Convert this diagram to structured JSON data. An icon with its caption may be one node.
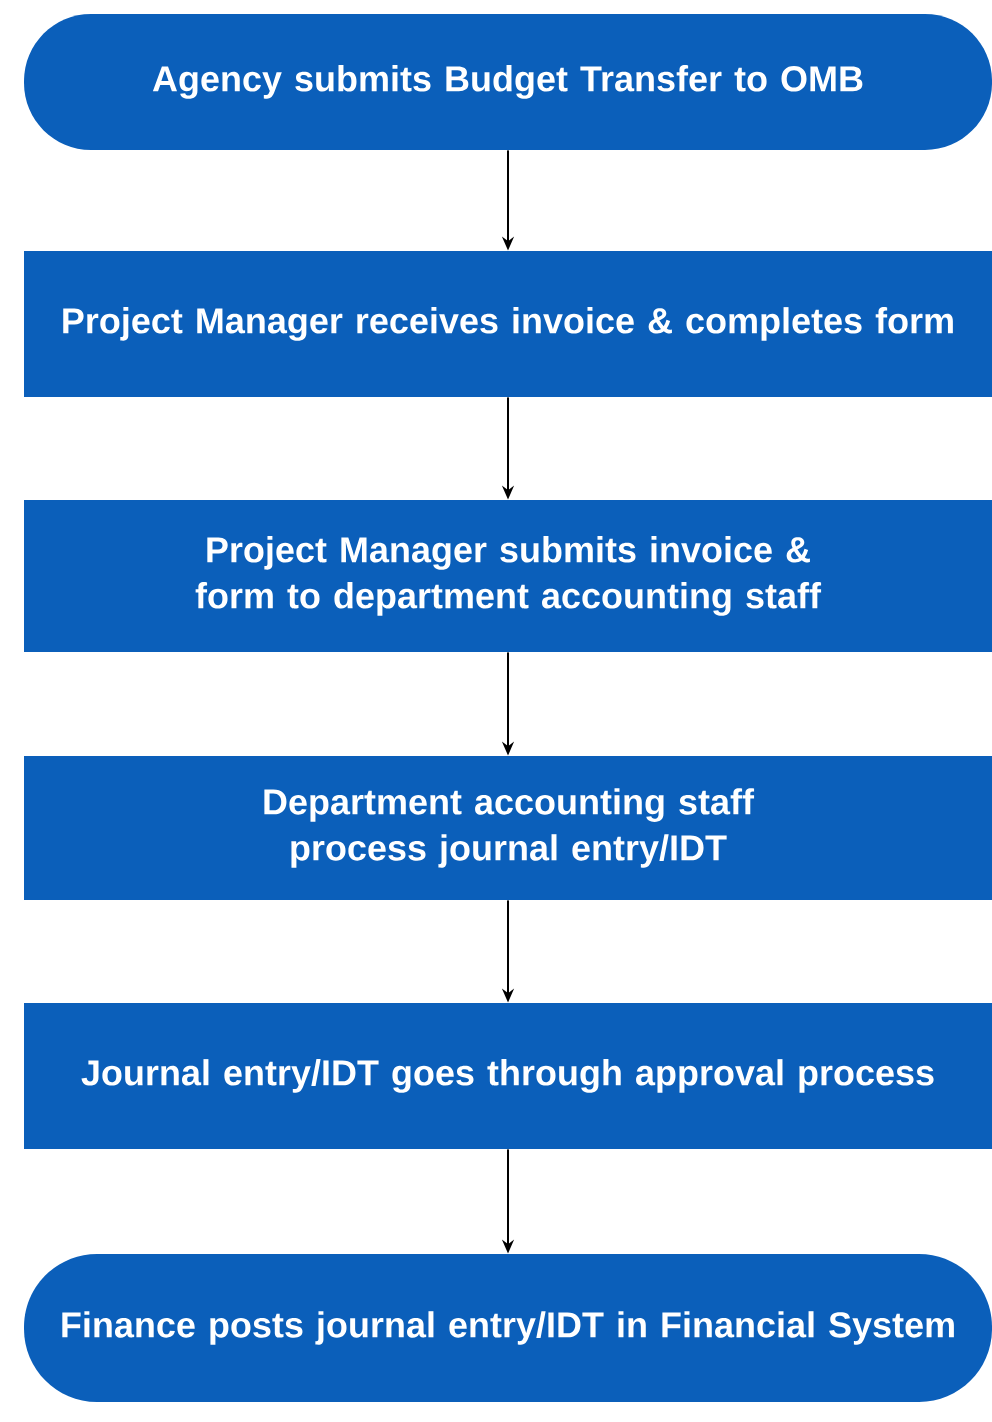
{
  "diagram": {
    "nodes": [
      {
        "text": [
          "Agency submits Budget Transfer to OMB"
        ]
      },
      {
        "text": [
          "Project Manager receives invoice & completes form"
        ]
      },
      {
        "text": [
          "Project Manager submits invoice & form to department accounting staff"
        ]
      },
      {
        "text": [
          "Department accounting staff process journal entry/IDT"
        ]
      },
      {
        "text": [
          "Journal entry/IDT goes through approval process"
        ]
      },
      {
        "text": [
          "Finance posts journal entry/IDT in Financial System"
        ]
      }
    ],
    "edges": [
      {
        "from": 0,
        "to": 1,
        "arrow": "to"
      },
      {
        "from": 1,
        "to": 2,
        "arrow": "to"
      },
      {
        "from": 2,
        "to": 3,
        "arrow": "to"
      },
      {
        "from": 3,
        "to": 4,
        "arrow": "to"
      },
      {
        "from": 4,
        "to": 5,
        "arrow": "to"
      }
    ]
  }
}
